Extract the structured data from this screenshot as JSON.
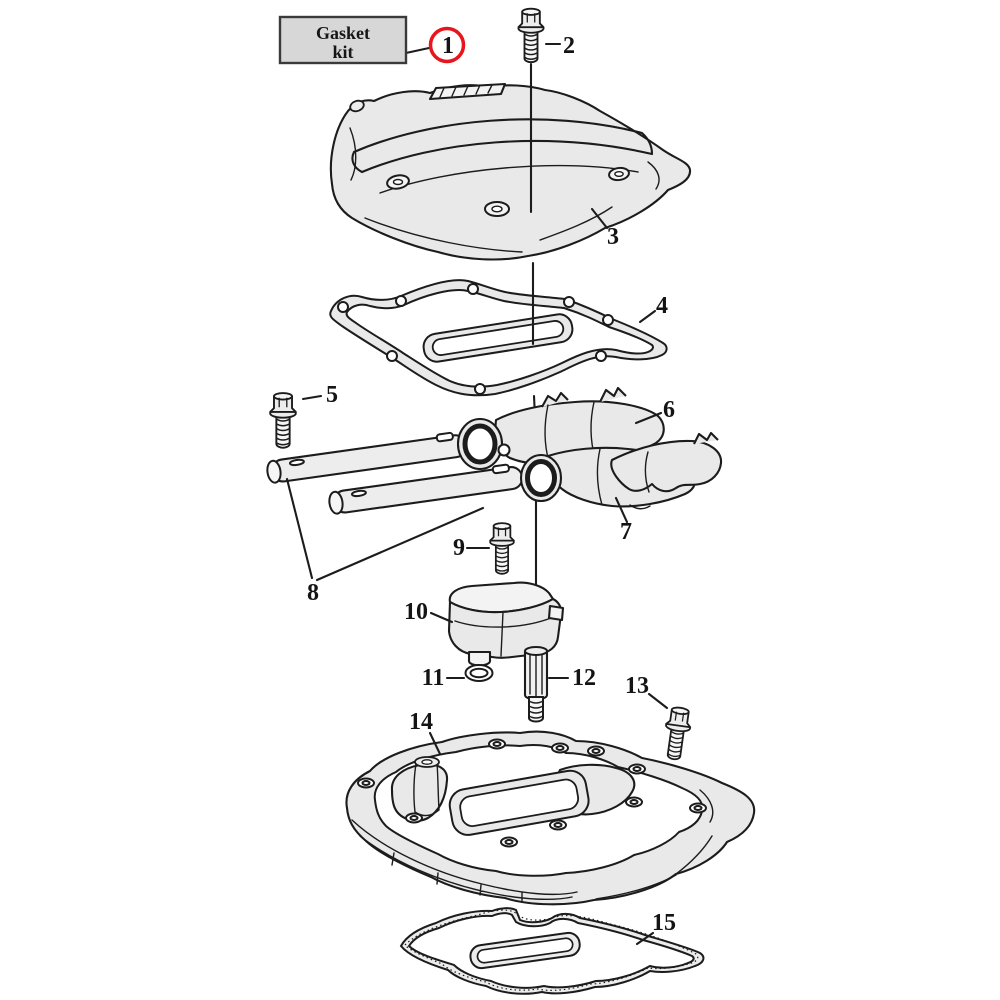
{
  "diagram": {
    "kind": "exploded-parts-diagram",
    "highlighted_part": "1",
    "gasket_kit_box": {
      "line1": "Gasket",
      "line2": "kit"
    },
    "labels": [
      {
        "text": "1"
      },
      {
        "text": "2"
      },
      {
        "text": "3"
      },
      {
        "text": "4"
      },
      {
        "text": "5"
      },
      {
        "text": "6"
      },
      {
        "text": "7"
      },
      {
        "text": "8"
      },
      {
        "text": "9"
      },
      {
        "text": "10"
      },
      {
        "text": "11"
      },
      {
        "text": "12"
      },
      {
        "text": "13"
      },
      {
        "text": "14"
      },
      {
        "text": "15"
      }
    ],
    "colors": {
      "line": "#1c1c1c",
      "part_fill": "#e9e9e9",
      "background": "#ffffff",
      "highlight_ring": "#e8151c",
      "box_fill": "#d7d7d7",
      "box_border": "#3a3a3a"
    }
  }
}
